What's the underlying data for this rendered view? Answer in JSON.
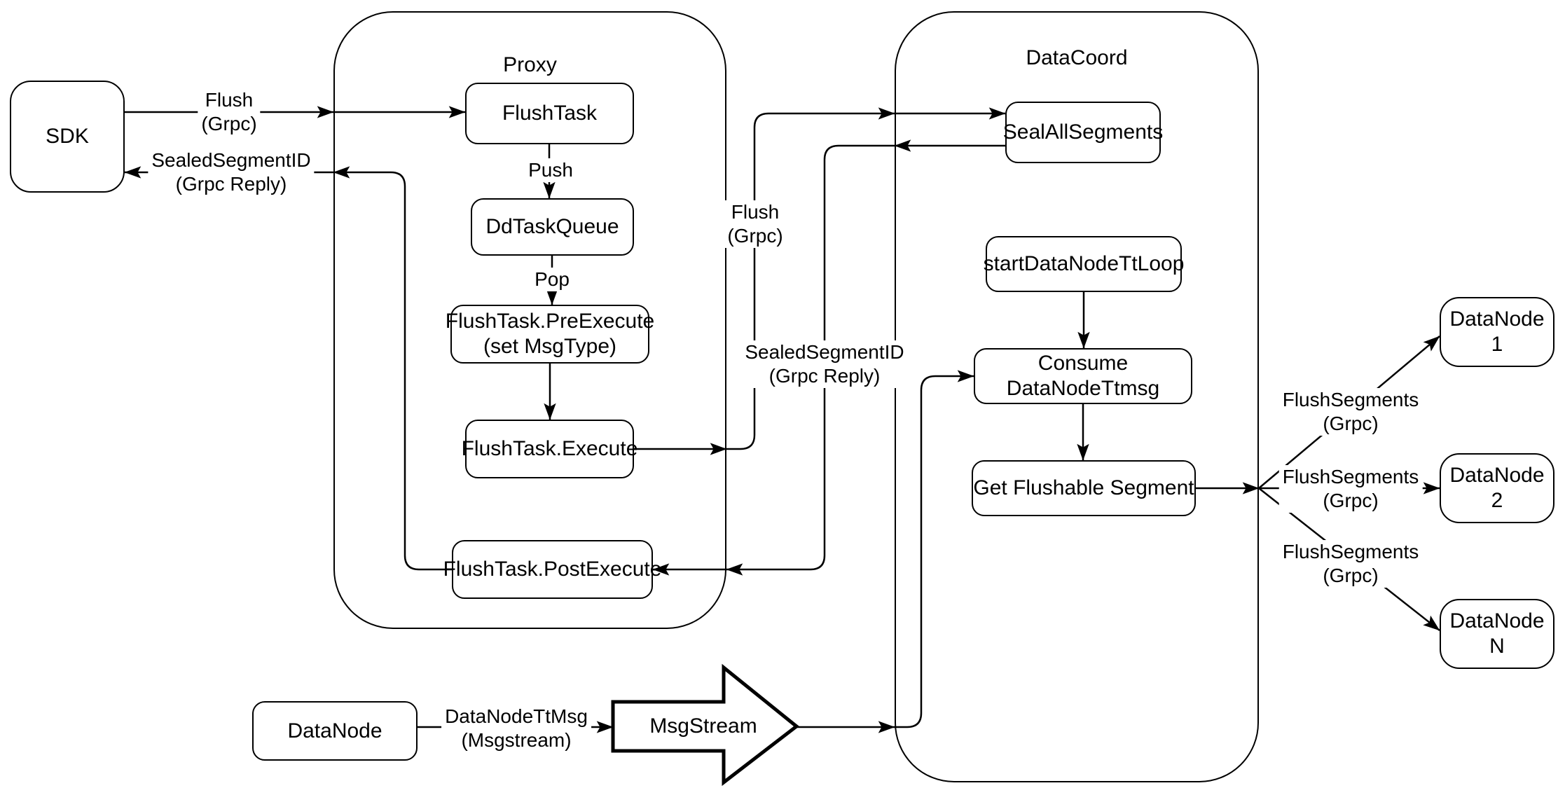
{
  "containers": {
    "proxy": {
      "label": "Proxy"
    },
    "datacoord": {
      "label": "DataCoord"
    }
  },
  "nodes": {
    "sdk": {
      "label": "SDK"
    },
    "flush_task": {
      "label": "FlushTask"
    },
    "dd_task_queue": {
      "label": "DdTaskQueue"
    },
    "pre_execute": {
      "label": "FlushTask.PreExecute",
      "sublabel": "(set MsgType)"
    },
    "execute": {
      "label": "FlushTask.Execute"
    },
    "post_execute": {
      "label": "FlushTask.PostExecute"
    },
    "seal_all_segments": {
      "label": "SealAllSegments"
    },
    "start_datanode_tt_loop": {
      "label": "startDataNodeTtLoop"
    },
    "consume_datanode_ttmsg": {
      "label": "Consume DataNodeTtmsg"
    },
    "get_flushable_segment": {
      "label": "Get Flushable Segment"
    },
    "datanode_1": {
      "label": "DataNode 1"
    },
    "datanode_2": {
      "label": "DataNode 2"
    },
    "datanode_n": {
      "label": "DataNode N"
    },
    "datanode": {
      "label": "DataNode"
    },
    "msgstream": {
      "label": "MsgStream"
    }
  },
  "edge_labels": {
    "flush_sdk": {
      "line1": "Flush",
      "line2": "(Grpc)"
    },
    "sealed_sdk": {
      "line1": "SealedSegmentID",
      "line2": "(Grpc Reply)"
    },
    "push": {
      "line1": "Push"
    },
    "pop": {
      "line1": "Pop"
    },
    "flush_datacoord": {
      "line1": "Flush",
      "line2": "(Grpc)"
    },
    "sealed_datacoord": {
      "line1": "SealedSegmentID",
      "line2": "(Grpc Reply)"
    },
    "datanode_ttmsg": {
      "line1": "DataNodeTtMsg",
      "line2": "(Msgstream)"
    },
    "flushsegments_1": {
      "line1": "FlushSegments",
      "line2": "(Grpc)"
    },
    "flushsegments_2": {
      "line1": "FlushSegments",
      "line2": "(Grpc)"
    },
    "flushsegments_3": {
      "line1": "FlushSegments",
      "line2": "(Grpc)"
    }
  },
  "colors": {
    "line": "#000000",
    "node_fill": "#ffffff",
    "background": "#ffffff"
  }
}
